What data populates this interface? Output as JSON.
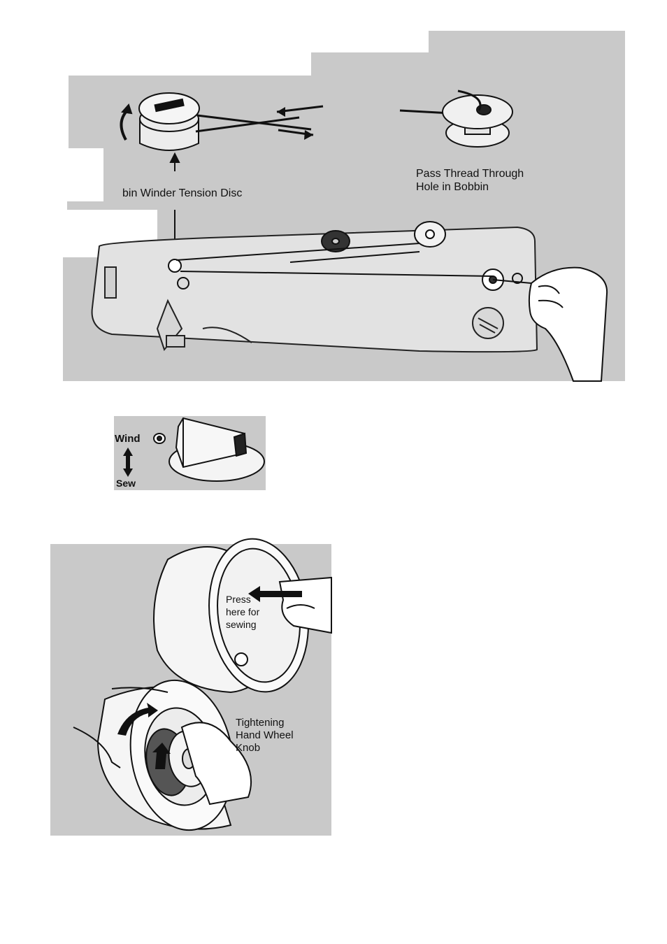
{
  "figure1": {
    "tension_label": "bin Winder Tension Disc",
    "bobbin_label_line1": "Pass Thread Through",
    "bobbin_label_line2": "Hole in Bobbin"
  },
  "figure2": {
    "wind_label": "Wind",
    "sew_label": "Sew"
  },
  "figure3": {
    "press_line1": "Press",
    "press_line2": "here for",
    "press_line3": "sewing",
    "knob_line1": "Tightening",
    "knob_line2": "Hand Wheel",
    "knob_line3": "Knob"
  }
}
